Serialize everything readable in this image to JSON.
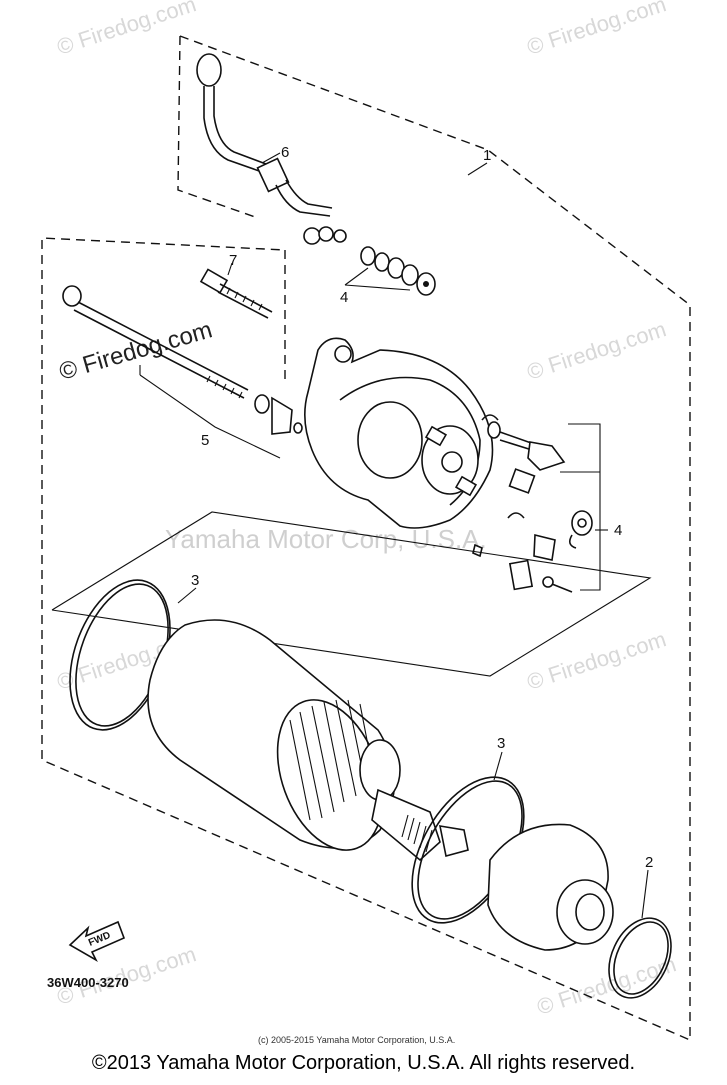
{
  "watermarks": {
    "site": "© Firedog.com",
    "center": "Yamaha Motor Corp, U.S.A."
  },
  "callouts": {
    "c1": "1",
    "c2": "2",
    "c3a": "3",
    "c3b": "3",
    "c4a": "4",
    "c4b": "4",
    "c5": "5",
    "c6": "6",
    "c7": "7"
  },
  "fwd_label": "FWD",
  "part_code": "36W400-3270",
  "small_copyright": "(c) 2005-2015 Yamaha Motor Corporation, U.S.A.",
  "footer_copyright": "©2013 Yamaha Motor Corporation, U.S.A. All rights reserved."
}
